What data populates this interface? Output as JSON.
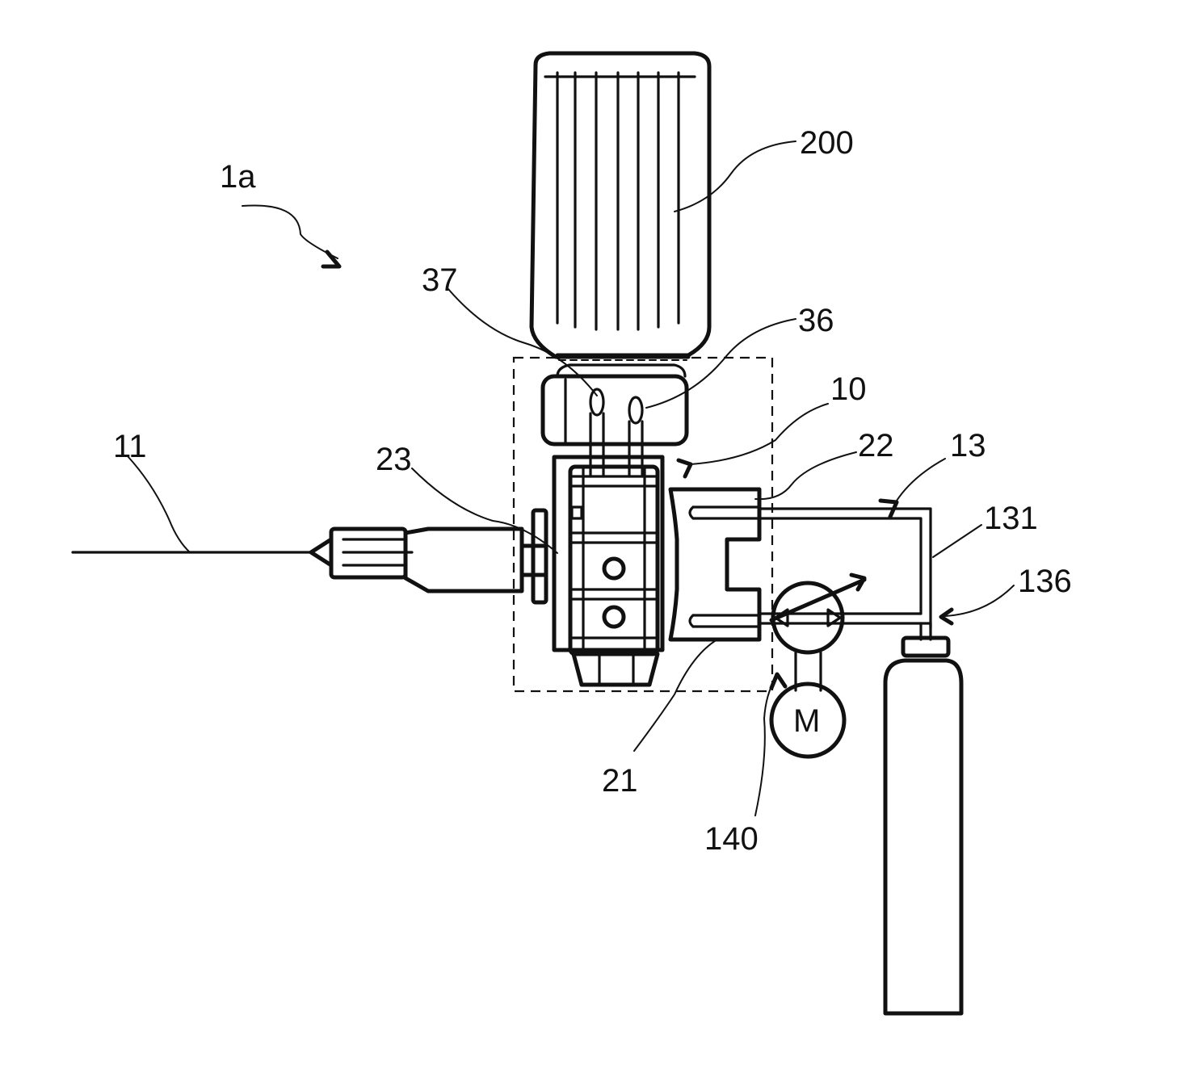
{
  "figure": {
    "labels": {
      "assembly": "1a",
      "vial": "200",
      "needle_37": "37",
      "needle_36": "36",
      "body": "10",
      "injection_needle": "11",
      "port_23": "23",
      "port_22": "22",
      "line": "13",
      "line_branch": "131",
      "junction": "136",
      "port_21": "21",
      "pump": "140",
      "motor_symbol": "M"
    }
  }
}
